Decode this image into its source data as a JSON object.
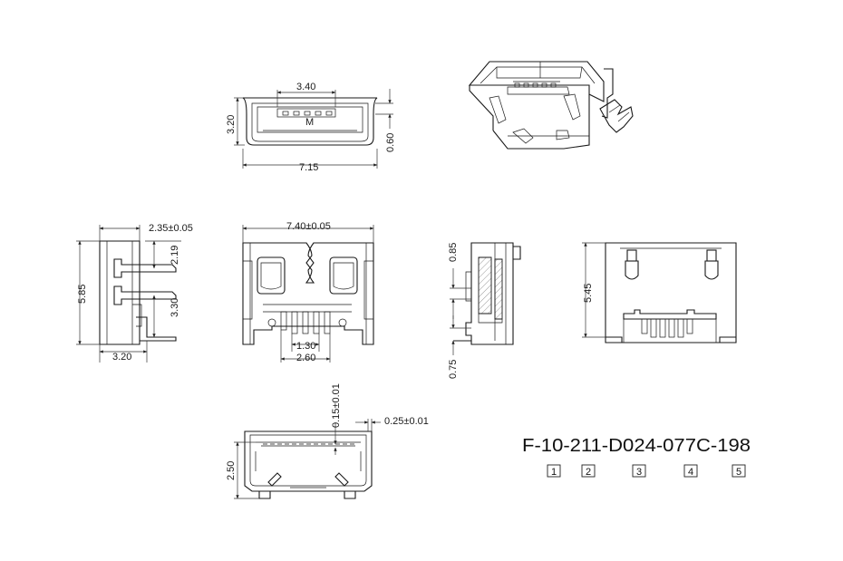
{
  "part_number": "F-10-211-D024-077C-198",
  "boxes": [
    "1",
    "2",
    "3",
    "4",
    "5"
  ],
  "front_view": {
    "pitch": "3.40",
    "height": "3.20",
    "width": "7.15",
    "offset": "0.60"
  },
  "side_view": {
    "top": "2.35±0.05",
    "upper": "2.19",
    "lower": "3.30",
    "height": "5.85",
    "depth": "3.20"
  },
  "bottom_view": {
    "width": "7.40±0.05",
    "inner": "1.30",
    "outer": "2.60"
  },
  "section_view": {
    "top": "0.85",
    "bottom": "0.75"
  },
  "rear_view": {
    "height": "5.45"
  },
  "lower_view": {
    "gap": "0.15±0.01",
    "thickness": "0.25±0.01",
    "height": "2.50"
  },
  "colors": {
    "line": "#1a1a1a",
    "background": "#ffffff"
  }
}
